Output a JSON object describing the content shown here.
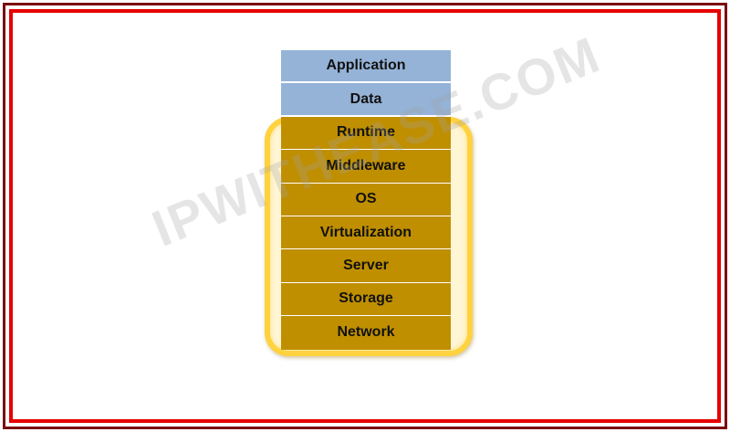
{
  "diagram": {
    "customer_layers": [
      "Application",
      "Data"
    ],
    "provider_layers": [
      "Runtime",
      "Middleware",
      "OS",
      "Virtualization",
      "Server",
      "Storage",
      "Network"
    ],
    "colors": {
      "customer_fill": "#95b3d7",
      "provider_fill": "#bf8f00",
      "highlight": "#ffd23f",
      "frame_outer": "#7a0f0f",
      "frame_inner": "#e60000"
    }
  },
  "watermark": "IPWITHEASE.COM"
}
